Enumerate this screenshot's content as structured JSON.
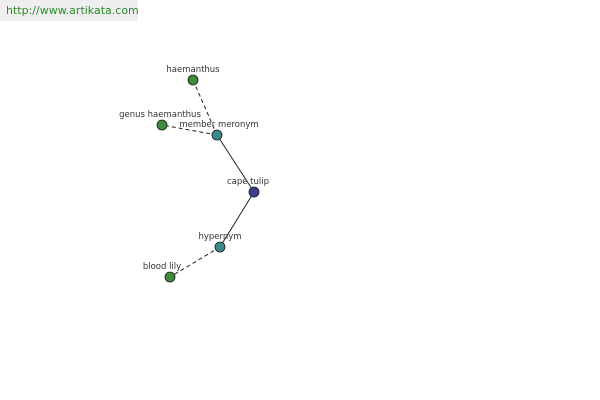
{
  "watermark": {
    "text": "http://www.artikata.com"
  },
  "colors": {
    "center": "#3d3d8f",
    "relation": "#3a8a8a",
    "leaf": "#3f8a3f",
    "edge": "#222222",
    "node_stroke": "#1a1a1a"
  },
  "nodes": [
    {
      "id": "cape-tulip",
      "label": "cape tulip",
      "kind": "center"
    },
    {
      "id": "member-meronym",
      "label": "member meronym",
      "kind": "relation"
    },
    {
      "id": "hypernym",
      "label": "hypernym",
      "kind": "relation"
    },
    {
      "id": "haemanthus",
      "label": "haemanthus",
      "kind": "leaf"
    },
    {
      "id": "genus-haemanthus",
      "label": "genus haemanthus",
      "kind": "leaf"
    },
    {
      "id": "blood-lily",
      "label": "blood lily",
      "kind": "leaf"
    }
  ],
  "edges": [
    {
      "from": "cape-tulip",
      "to": "member-meronym",
      "style": "solid"
    },
    {
      "from": "cape-tulip",
      "to": "hypernym",
      "style": "solid"
    },
    {
      "from": "member-meronym",
      "to": "haemanthus",
      "style": "dashed"
    },
    {
      "from": "member-meronym",
      "to": "genus-haemanthus",
      "style": "dashed"
    },
    {
      "from": "hypernym",
      "to": "blood-lily",
      "style": "dashed"
    }
  ]
}
